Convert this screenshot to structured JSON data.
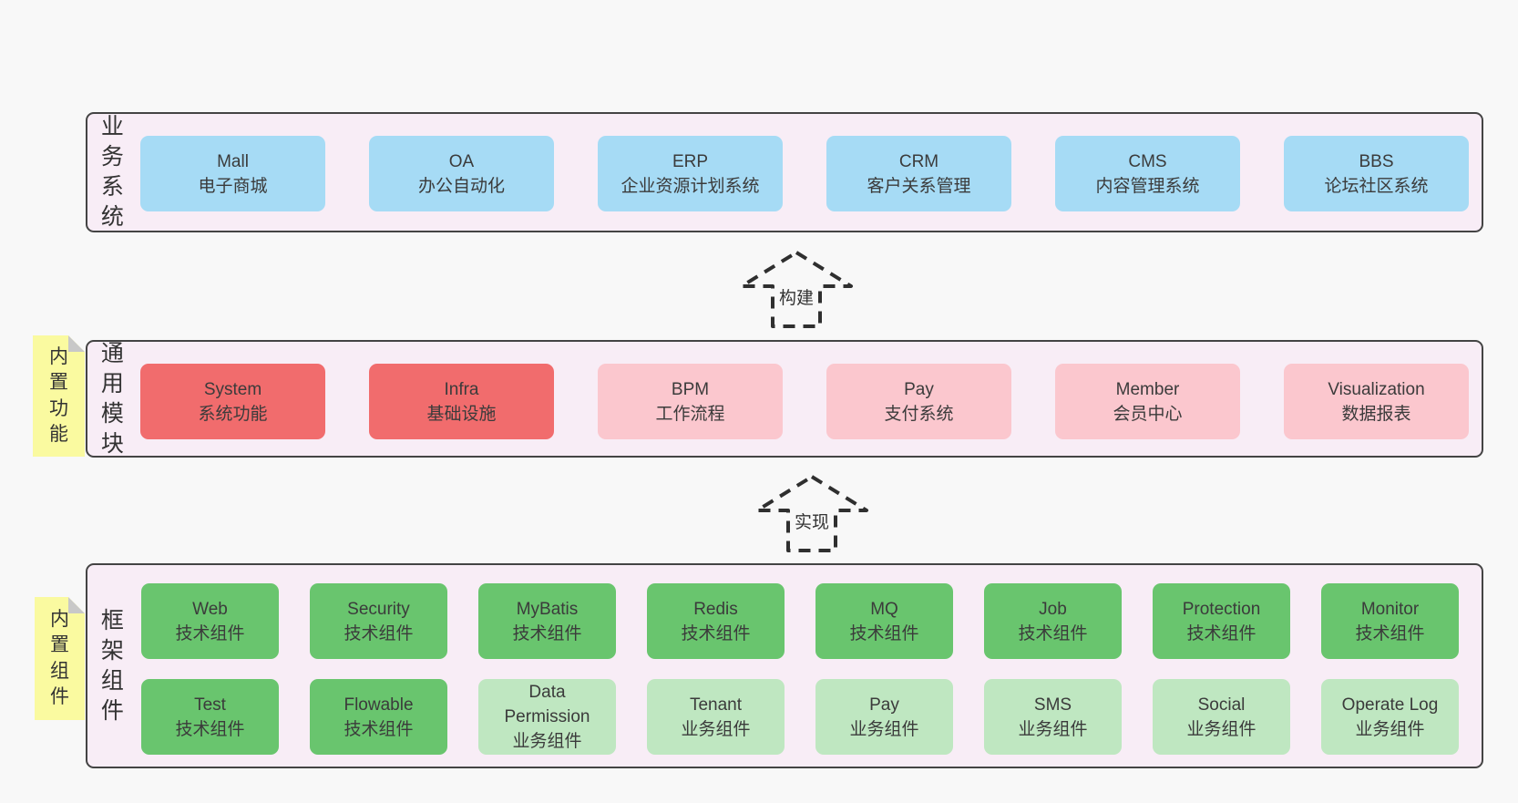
{
  "colors": {
    "background": "#f8f8f8",
    "container_fill": "#f8edf6",
    "container_border": "#444444",
    "blue": "#a6dbf5",
    "red": "#f16c6d",
    "pink": "#fbc7ce",
    "green": "#69c56e",
    "lightgreen": "#bfe7c1",
    "note_yellow": "#fafaa0",
    "note_fold": "#c8c8c8",
    "text": "#3b3b3b"
  },
  "layers": {
    "business": {
      "label": "业务系统",
      "boxes": [
        {
          "title": "Mall",
          "subtitle": "电子商城",
          "variant": "blue"
        },
        {
          "title": "OA",
          "subtitle": "办公自动化",
          "variant": "blue"
        },
        {
          "title": "ERP",
          "subtitle": "企业资源计划系统",
          "variant": "blue"
        },
        {
          "title": "CRM",
          "subtitle": "客户关系管理",
          "variant": "blue"
        },
        {
          "title": "CMS",
          "subtitle": "内容管理系统",
          "variant": "blue"
        },
        {
          "title": "BBS",
          "subtitle": "论坛社区系统",
          "variant": "blue"
        }
      ]
    },
    "modules": {
      "label": "通用模块",
      "note": "内置功能",
      "boxes": [
        {
          "title": "System",
          "subtitle": "系统功能",
          "variant": "red"
        },
        {
          "title": "Infra",
          "subtitle": "基础设施",
          "variant": "red"
        },
        {
          "title": "BPM",
          "subtitle": "工作流程",
          "variant": "pink"
        },
        {
          "title": "Pay",
          "subtitle": "支付系统",
          "variant": "pink"
        },
        {
          "title": "Member",
          "subtitle": "会员中心",
          "variant": "pink"
        },
        {
          "title": "Visualization",
          "subtitle": "数据报表",
          "variant": "pink"
        }
      ]
    },
    "components": {
      "label": "框架组件",
      "note": "内置组件",
      "boxes": [
        {
          "title": "Web",
          "subtitle": "技术组件",
          "variant": "green"
        },
        {
          "title": "Security",
          "subtitle": "技术组件",
          "variant": "green"
        },
        {
          "title": "MyBatis",
          "subtitle": "技术组件",
          "variant": "green"
        },
        {
          "title": "Redis",
          "subtitle": "技术组件",
          "variant": "green"
        },
        {
          "title": "MQ",
          "subtitle": "技术组件",
          "variant": "green"
        },
        {
          "title": "Job",
          "subtitle": "技术组件",
          "variant": "green"
        },
        {
          "title": "Protection",
          "subtitle": "技术组件",
          "variant": "green"
        },
        {
          "title": "Monitor",
          "subtitle": "技术组件",
          "variant": "green"
        },
        {
          "title": "Test",
          "subtitle": "技术组件",
          "variant": "green"
        },
        {
          "title": "Flowable",
          "subtitle": "技术组件",
          "variant": "green"
        },
        {
          "title": "Data\nPermission",
          "subtitle": "业务组件",
          "variant": "lightgreen"
        },
        {
          "title": "Tenant",
          "subtitle": "业务组件",
          "variant": "lightgreen"
        },
        {
          "title": "Pay",
          "subtitle": "业务组件",
          "variant": "lightgreen"
        },
        {
          "title": "SMS",
          "subtitle": "业务组件",
          "variant": "lightgreen"
        },
        {
          "title": "Social",
          "subtitle": "业务组件",
          "variant": "lightgreen"
        },
        {
          "title": "Operate Log",
          "subtitle": "业务组件",
          "variant": "lightgreen"
        }
      ]
    }
  },
  "arrows": [
    {
      "label": "构建"
    },
    {
      "label": "实现"
    }
  ]
}
